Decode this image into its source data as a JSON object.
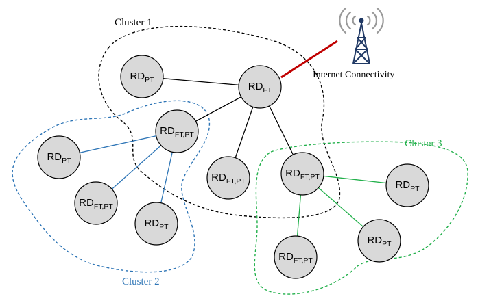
{
  "clusters": [
    {
      "id": "c1",
      "label": "Cluster 1",
      "color": "#000000"
    },
    {
      "id": "c2",
      "label": "Cluster 2",
      "color": "#2e75b6"
    },
    {
      "id": "c3",
      "label": "Cluster 3",
      "color": "#22b04b"
    }
  ],
  "nodes": [
    {
      "id": "n1",
      "base": "RD",
      "sub": "PT"
    },
    {
      "id": "n2",
      "base": "RD",
      "sub": "FT"
    },
    {
      "id": "n3",
      "base": "RD",
      "sub": "FT,PT"
    },
    {
      "id": "n4",
      "base": "RD",
      "sub": "PT"
    },
    {
      "id": "n5",
      "base": "RD",
      "sub": "FT,PT"
    },
    {
      "id": "n6",
      "base": "RD",
      "sub": "PT"
    },
    {
      "id": "n7",
      "base": "RD",
      "sub": "FT,PT"
    },
    {
      "id": "n8",
      "base": "RD",
      "sub": "FT,PT"
    },
    {
      "id": "n9",
      "base": "RD",
      "sub": "PT"
    },
    {
      "id": "n10",
      "base": "RD",
      "sub": "PT"
    },
    {
      "id": "n11",
      "base": "RD",
      "sub": "FT,PT"
    }
  ],
  "edges": [
    {
      "from": "n2",
      "to": "n1",
      "color": "#000000"
    },
    {
      "from": "n2",
      "to": "n3",
      "color": "#000000"
    },
    {
      "from": "n2",
      "to": "n7",
      "color": "#000000"
    },
    {
      "from": "n2",
      "to": "n8",
      "color": "#000000"
    },
    {
      "from": "n3",
      "to": "n4",
      "color": "#2e75b6"
    },
    {
      "from": "n3",
      "to": "n5",
      "color": "#2e75b6"
    },
    {
      "from": "n3",
      "to": "n6",
      "color": "#2e75b6"
    },
    {
      "from": "n8",
      "to": "n9",
      "color": "#22b04b"
    },
    {
      "from": "n8",
      "to": "n10",
      "color": "#22b04b"
    },
    {
      "from": "n8",
      "to": "n11",
      "color": "#22b04b"
    }
  ],
  "internet": {
    "label": "Internet Connectivity",
    "link_color": "#c00000",
    "tower_color": "#1f3864",
    "wave_color": "#9a9a9a"
  }
}
